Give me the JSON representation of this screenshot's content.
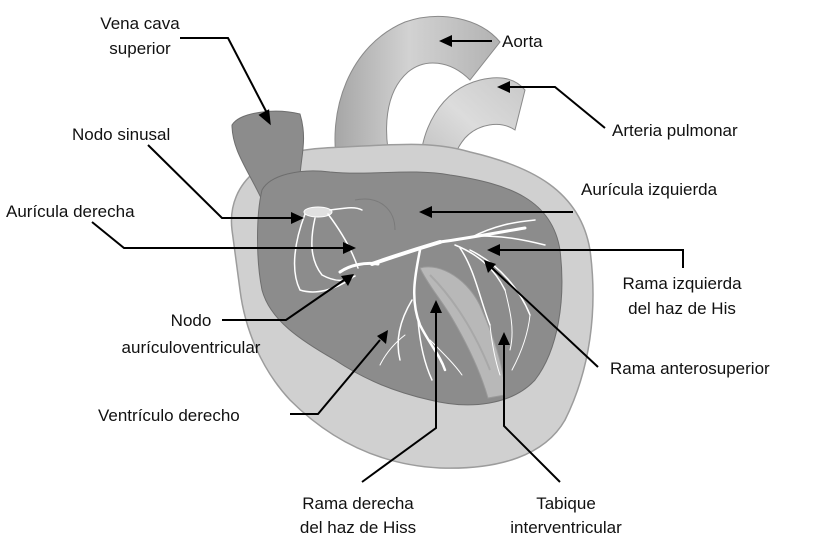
{
  "labels": {
    "vena_cava_1": "Vena cava",
    "vena_cava_2": "superior",
    "aorta": "Aorta",
    "arteria_pulmonar": "Arteria pulmonar",
    "nodo_sinusal": "Nodo sinusal",
    "auricula_izquierda": "Aurícula izquierda",
    "auricula_derecha": "Aurícula derecha",
    "rama_izquierda_1": "Rama izquierda",
    "rama_izquierda_2": "del haz de His",
    "nodo_av_1": "Nodo",
    "nodo_av_2": "aurículoventricular",
    "rama_anterosuperior": "Rama anterosuperior",
    "ventriculo_derecho": "Ventrículo derecho",
    "rama_derecha_1": "Rama derecha",
    "rama_derecha_2": "del haz de Hiss",
    "tabique_1": "Tabique",
    "tabique_2": "interventricular"
  },
  "colors": {
    "outer_shell": "#d0d0d0",
    "inner_chamber": "#8c8c8c",
    "vessel_light": "#c4c4c4",
    "vessel_dark": "#9a9a9a",
    "septum": "#b8b8b8",
    "conduction": "#ffffff"
  }
}
